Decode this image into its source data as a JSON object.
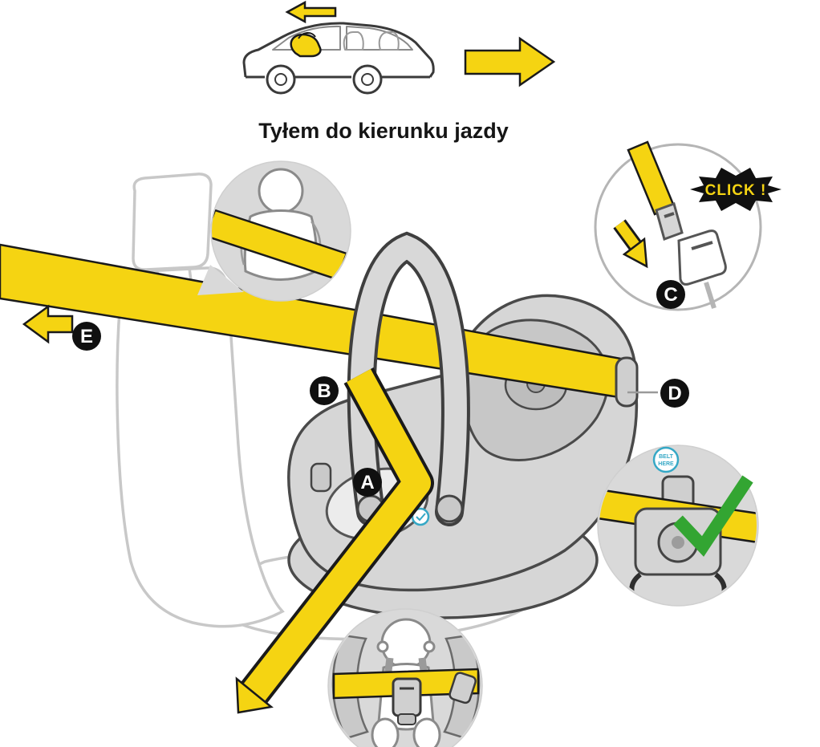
{
  "title": "Tyłem do kierunku jazdy",
  "click_bubble": "CLICK !",
  "badges": {
    "a": "A",
    "b": "B",
    "c": "C",
    "d": "D",
    "e": "E"
  },
  "belt_here_badge": {
    "line1": "BELT",
    "line2": "HERE"
  },
  "colors": {
    "belt": "#F5D412",
    "badge_bg": "#101010",
    "badge_text": "#FFFFFF",
    "click_text": "#F5D412",
    "bubble_bg": "#101010",
    "check": "#33A532",
    "detail_bg": "#D9D9D9",
    "seat_light": "#C8C8C8",
    "belt_here": "#35A8C6"
  }
}
